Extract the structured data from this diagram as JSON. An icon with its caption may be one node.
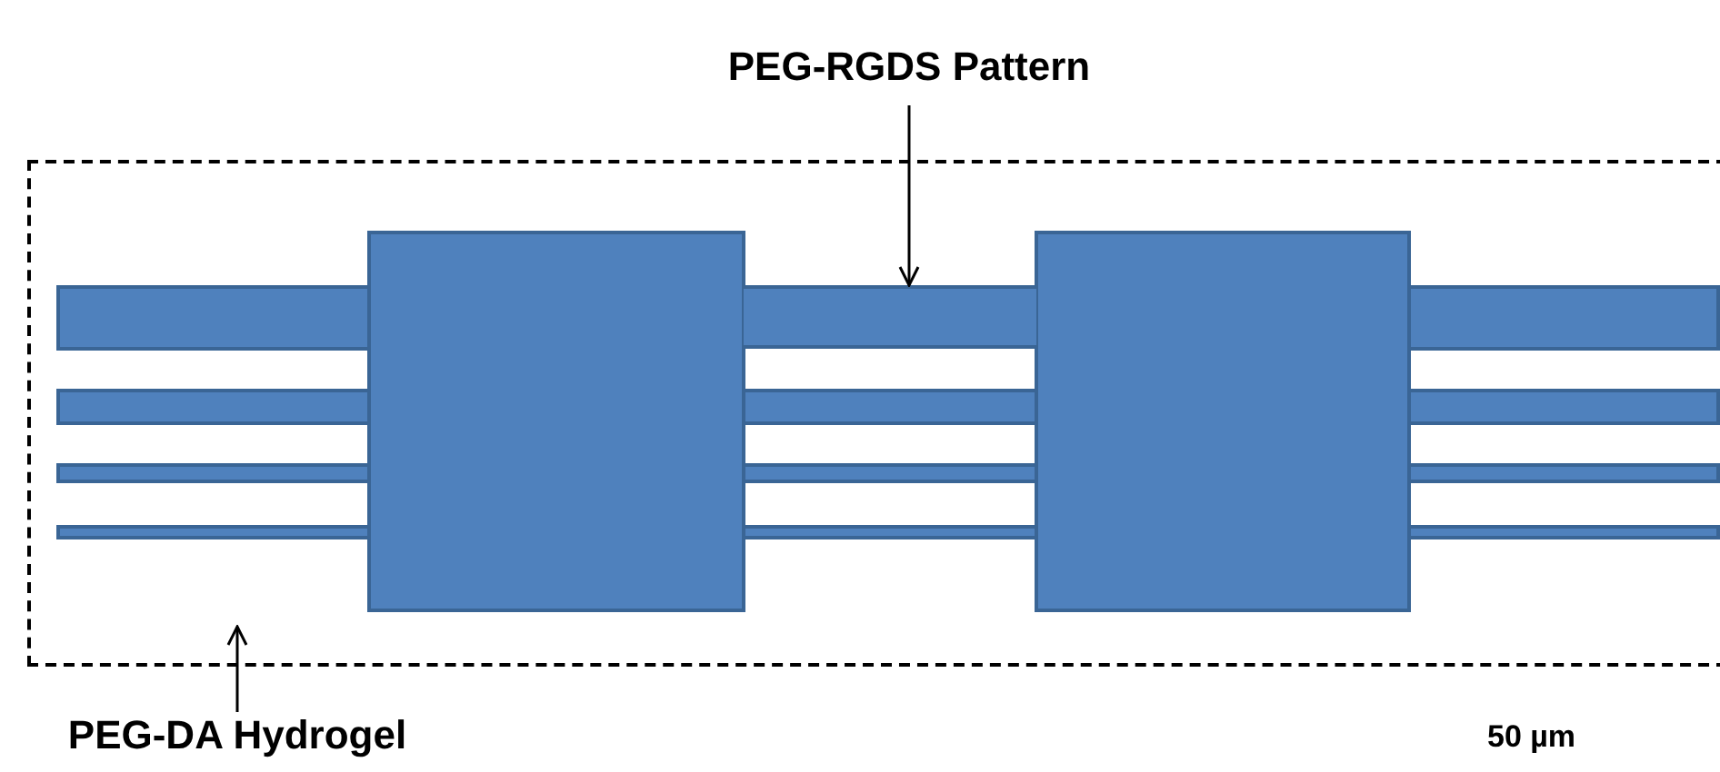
{
  "diagram": {
    "nodes": [
      {
        "text": [
          "PEG-RGDS Pattern"
        ]
      },
      {
        "text": [],
        "shape": "box"
      },
      {
        "text": [],
        "shape": "bar",
        "in": 1
      },
      {
        "text": [
          "PEG-DA Hydrogel"
        ]
      }
    ],
    "edges": [
      {
        "from": 0,
        "to": 2,
        "arrow": "to"
      },
      {
        "from": 3,
        "to": 1,
        "arrow": "to"
      }
    ],
    "labels": [
      "50 µm"
    ]
  }
}
